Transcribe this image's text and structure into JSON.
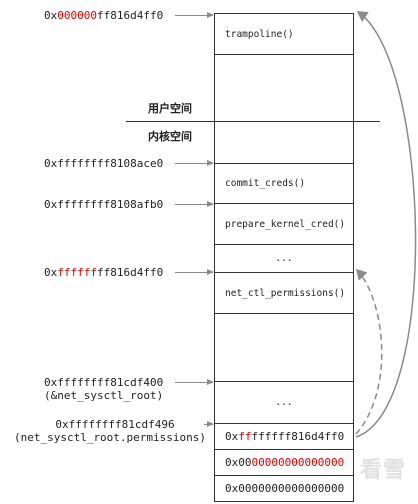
{
  "addresses": [
    {
      "id": "trampoline_addr",
      "prefix": "0x",
      "red": "000000",
      "rest": "ff816d4ff0"
    },
    {
      "id": "commit_creds_addr",
      "prefix": "0xffffffff8108ace0",
      "red": "",
      "rest": ""
    },
    {
      "id": "prepare_kernel_cred_addr",
      "prefix": "0xffffffff8108afb0",
      "red": "",
      "rest": ""
    },
    {
      "id": "net_ctl_permissions_addr",
      "prefix": "0x",
      "red": "ffffff",
      "rest": "ff816d4ff0"
    },
    {
      "id": "net_sysctl_root_addr",
      "prefix": "0xffffffff81cdf400",
      "red": "",
      "rest": "",
      "note": "(&net_sysctl_root)"
    },
    {
      "id": "permissions_field_addr",
      "prefix": "0xffffffff81cdf496",
      "red": "",
      "rest": "",
      "note": "(net_sysctl_root.permissions)"
    }
  ],
  "space_labels": {
    "user": "用户空间",
    "kernel": "内核空间"
  },
  "memory_cells": [
    {
      "label": "trampoline()"
    },
    {
      "label": ""
    },
    {
      "label": ""
    },
    {
      "label": ""
    },
    {
      "label": "commit_creds()"
    },
    {
      "label": "prepare_kernel_cred()"
    },
    {
      "label": "..."
    },
    {
      "label": "net_ctl_permissions()"
    },
    {
      "label": ""
    },
    {
      "label": "..."
    },
    {
      "prefix": "0x",
      "red": "ff",
      "rest": "ffffff816d4ff0"
    },
    {
      "prefix": "0x00",
      "red": "00000000000000",
      "rest": ""
    },
    {
      "prefix": "0x0000000000000000",
      "red": "",
      "rest": ""
    }
  ],
  "watermark": "看雪",
  "colors": {
    "highlight": "#e00000",
    "arrow": "#8a8a8a",
    "border": "#333333"
  }
}
